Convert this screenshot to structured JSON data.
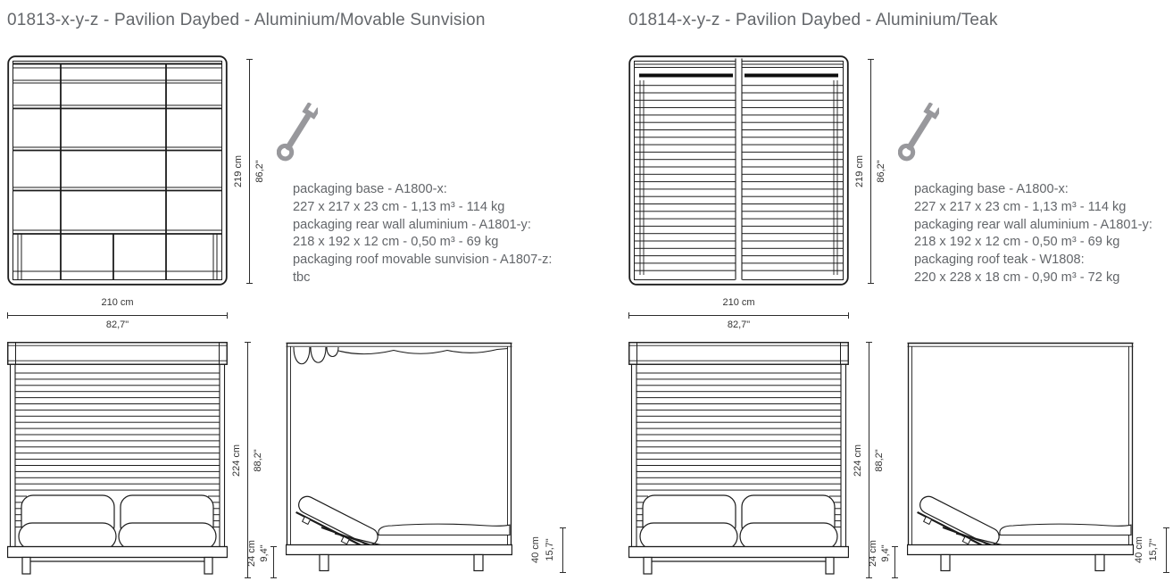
{
  "sheet": {
    "background": "#ffffff",
    "line_color": "#1c1c1c",
    "text_color": "#63666a",
    "dim_text_color": "#343434",
    "wrench_color": "#98989c"
  },
  "products": [
    {
      "title": "01813-x-y-z - Pavilion Daybed - Aluminium/Movable Sunvision",
      "dims": {
        "height_cm": "219 cm",
        "height_in": "86,2\"",
        "width_cm": "210 cm",
        "width_in": "82,7\"",
        "total_height_cm": "224 cm",
        "total_height_in": "88,2\"",
        "base_height_cm": "24 cm",
        "base_height_in": "9,4\"",
        "seat_height_cm": "40 cm",
        "seat_height_in": "15,7\""
      },
      "packaging": [
        "packaging base - A1800-x:",
        "227 x 217 x 23 cm - 1,13 m³ - 114 kg",
        "packaging rear wall aluminium - A1801-y:",
        "218 x 192 x 12 cm - 0,50 m³ - 69 kg",
        "packaging roof movable sunvision - A1807-z:",
        "tbc"
      ]
    },
    {
      "title": "01814-x-y-z - Pavilion Daybed - Aluminium/Teak",
      "dims": {
        "height_cm": "219 cm",
        "height_in": "86,2\"",
        "width_cm": "210 cm",
        "width_in": "82,7\"",
        "total_height_cm": "224 cm",
        "total_height_in": "88,2\"",
        "base_height_cm": "24 cm",
        "base_height_in": "9,4\"",
        "seat_height_cm": "40 cm",
        "seat_height_in": "15,7\""
      },
      "packaging": [
        "packaging base - A1800-x:",
        "227 x 217 x 23 cm - 1,13 m³ - 114 kg",
        "packaging rear wall aluminium - A1801-y:",
        "218 x 192 x 12 cm - 0,50 m³ - 69 kg",
        "packaging roof teak - W1808:",
        "220 x 228 x 18 cm - 0,90 m³ - 72 kg"
      ]
    }
  ]
}
